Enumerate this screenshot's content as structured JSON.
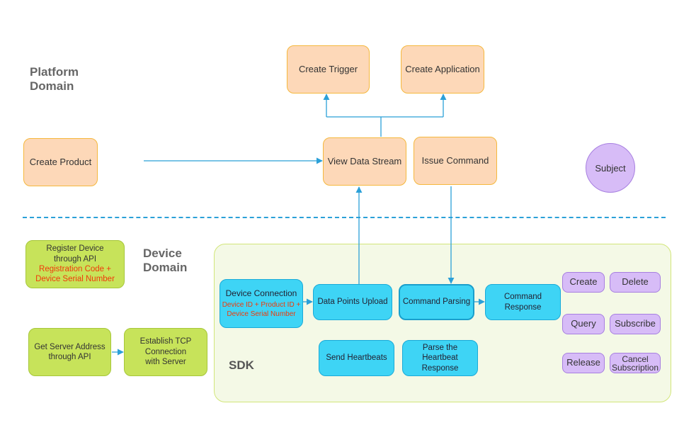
{
  "platform_domain": {
    "title_line1": "Platform",
    "title_line2": "Domain"
  },
  "device_domain": {
    "title_line1": "Device",
    "title_line2": "Domain"
  },
  "sdk": {
    "label": "SDK"
  },
  "nodes": {
    "create_trigger": "Create Trigger",
    "create_application": "Create Application",
    "create_product": "Create Product",
    "view_data_stream": "View Data Stream",
    "issue_command": "Issue Command",
    "subject": "Subject",
    "register_device": {
      "line1": "Register Device",
      "line2": "through API",
      "red1": "Registration Code +",
      "red2": "Device Serial Number"
    },
    "get_server_address": {
      "line1": "Get Server Address",
      "line2": "through API"
    },
    "establish_tcp": {
      "line1": "Establish TCP",
      "line2": "Connection",
      "line3": "with Server"
    },
    "device_connection": {
      "line1": "Device Connection",
      "red1": "Device ID + Product ID +",
      "red2": "Device Serial Number"
    },
    "data_points_upload": "Data Points Upload",
    "command_parsing": "Command Parsing",
    "command_response": "Command Response",
    "send_heartbeats": "Send Heartbeats",
    "parse_heartbeat": {
      "line1": "Parse the",
      "line2": "Heartbeat Response"
    },
    "create": "Create",
    "delete": "Delete",
    "query": "Query",
    "subscribe": "Subscribe",
    "release": "Release",
    "cancel_subscription": {
      "line1": "Cancel",
      "line2": "Subscription"
    }
  },
  "colors": {
    "platform_box": "#fdd8b8",
    "device_setup_box": "#c7e35a",
    "sdk_box": "#3ed4f5",
    "subject_box": "#d7bcf7",
    "arrow": "#2ba0d8",
    "highlight_text": "#f03a0a"
  }
}
